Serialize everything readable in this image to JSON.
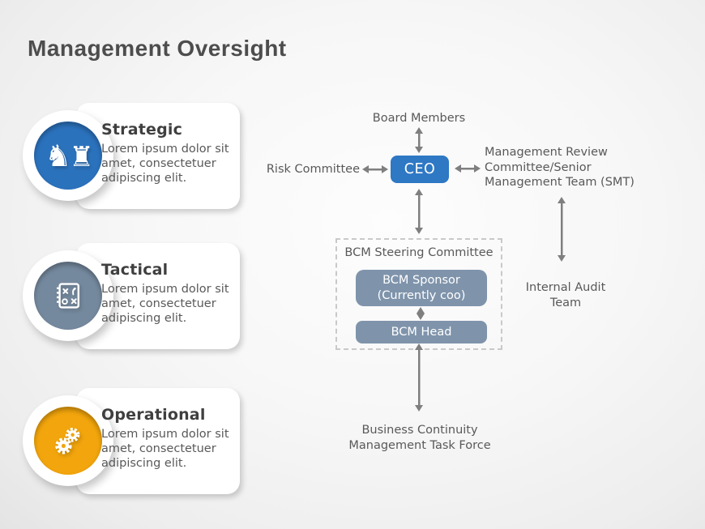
{
  "slide": {
    "title": "Management Oversight"
  },
  "levels": [
    {
      "title": "Strategic",
      "description": "Lorem ipsum dolor sit amet, consectetuer adipiscing elit.",
      "icon": "chess-icon"
    },
    {
      "title": "Tactical",
      "description": "Lorem ipsum dolor sit amet, consectetuer adipiscing elit.",
      "icon": "tactics-icon"
    },
    {
      "title": "Operational",
      "description": "Lorem ipsum dolor sit amet, consectetuer adipiscing elit.",
      "icon": "gears-icon"
    }
  ],
  "org_chart": {
    "board_members": "Board Members",
    "risk_committee": "Risk Committee",
    "ceo": "CEO",
    "management_review": "Management Review Committee/Senior Management Team (SMT)",
    "bcm_steering_committee": "BCM Steering Committee",
    "bcm_sponsor": {
      "line1": "BCM Sponsor",
      "line2": "(Currently coo)"
    },
    "bcm_head": "BCM Head",
    "internal_audit": "Internal Audit Team",
    "task_force": "Business Continuity Management Task Force"
  },
  "colors": {
    "strategic": "#2b72bd",
    "tactical": "#75899e",
    "operational": "#f2a50c",
    "ceo": "#2e78c4",
    "bcm": "#7f94ab",
    "arrow": "#7f7f7f",
    "dash": "#c9c9c9",
    "text_dark": "#4d4d4d",
    "text_body": "#595959"
  }
}
